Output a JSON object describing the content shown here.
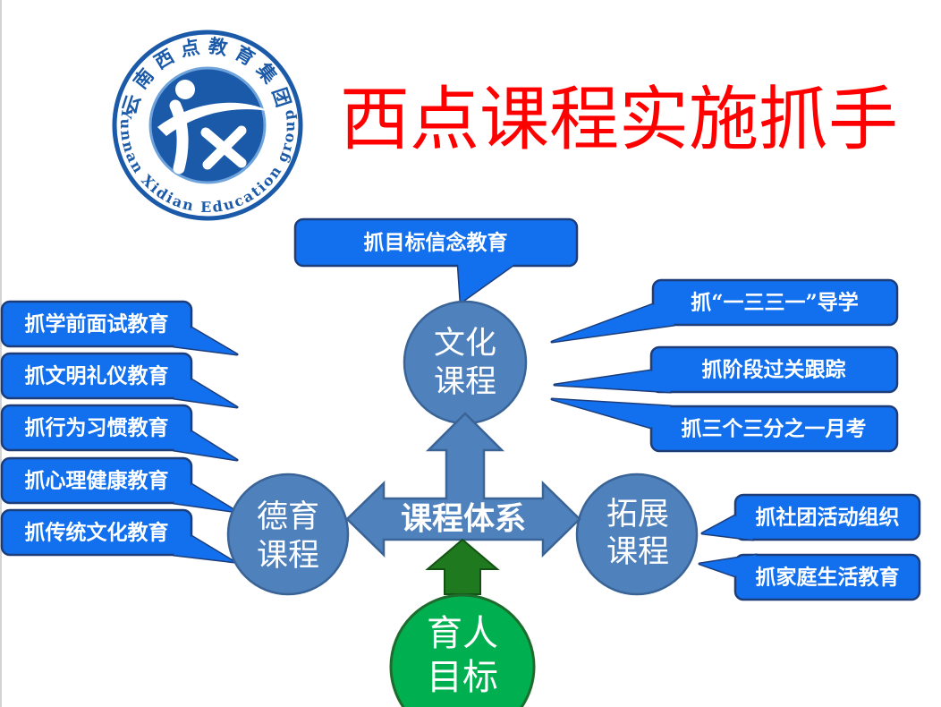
{
  "logo": {
    "text_cn": "云南西点教育集团",
    "text_en": "Yunnan Xidian Education group"
  },
  "title": "西点课程实施抓手",
  "center_label": "课程体系",
  "nodes": {
    "culture": [
      "文化",
      "课程"
    ],
    "moral": [
      "德育",
      "课程"
    ],
    "extension": [
      "拓展",
      "课程"
    ],
    "goal": [
      "育人",
      "目标"
    ]
  },
  "callouts": {
    "culture": [
      "抓目标信念教育",
      "抓“一三三一”导学",
      "抓阶段过关跟踪",
      "抓三个三分之一月考"
    ],
    "moral": [
      "抓学前面试教育",
      "抓文明礼仪教育",
      "抓行为习惯教育",
      "抓心理健康教育",
      "抓传统文化教育"
    ],
    "extension": [
      "抓社团活动组织",
      "抓家庭生活教育"
    ]
  },
  "colors": {
    "title": "#ff0000",
    "logo": "#1a5aa8",
    "callout": "#1270ee",
    "callout-border": "#1c3d7a",
    "node": "#4f81bd",
    "node-border": "#3a6396",
    "goal": "#00b050",
    "goal-arrow": "#1f7a1f"
  }
}
